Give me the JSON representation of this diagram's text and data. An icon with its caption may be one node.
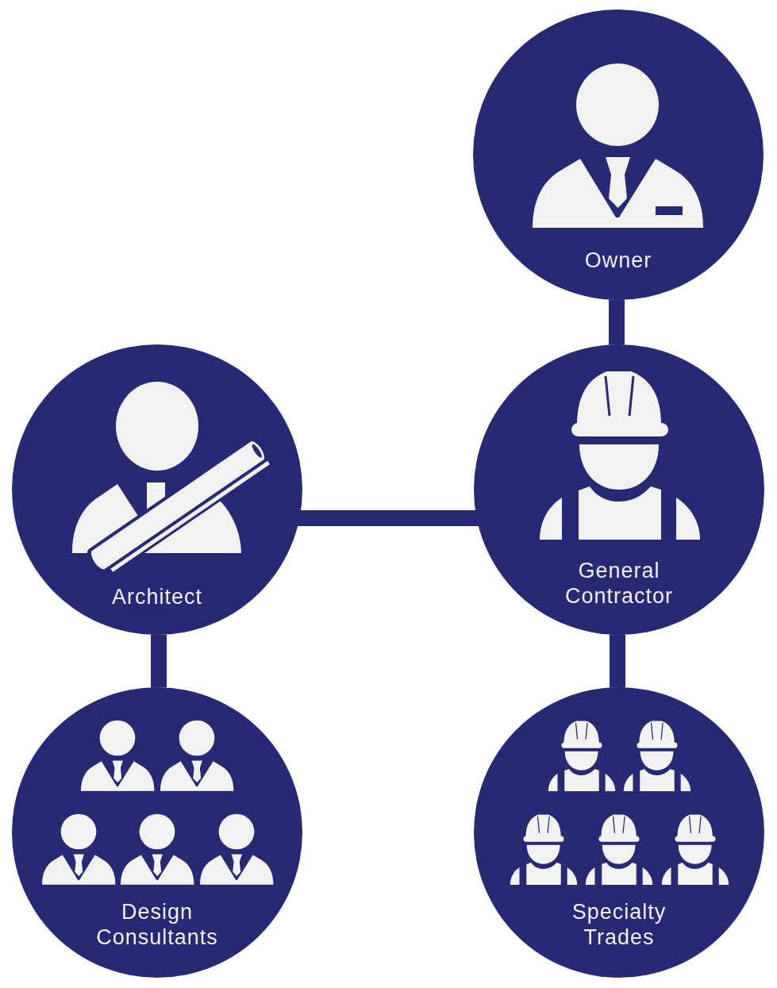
{
  "diagram": {
    "nodes": [
      {
        "text": [
          "Owner"
        ]
      },
      {
        "text": [
          "Architect"
        ]
      },
      {
        "text": [
          "General Contractor"
        ]
      },
      {
        "text": [
          "Design Consultants"
        ]
      },
      {
        "text": [
          "Specialty Trades"
        ]
      }
    ],
    "edges": [
      {
        "from": 0,
        "to": 2,
        "arrow": "none"
      },
      {
        "from": 1,
        "to": 2,
        "arrow": "none"
      },
      {
        "from": 1,
        "to": 3,
        "arrow": "none"
      },
      {
        "from": 2,
        "to": 4,
        "arrow": "none"
      }
    ]
  }
}
